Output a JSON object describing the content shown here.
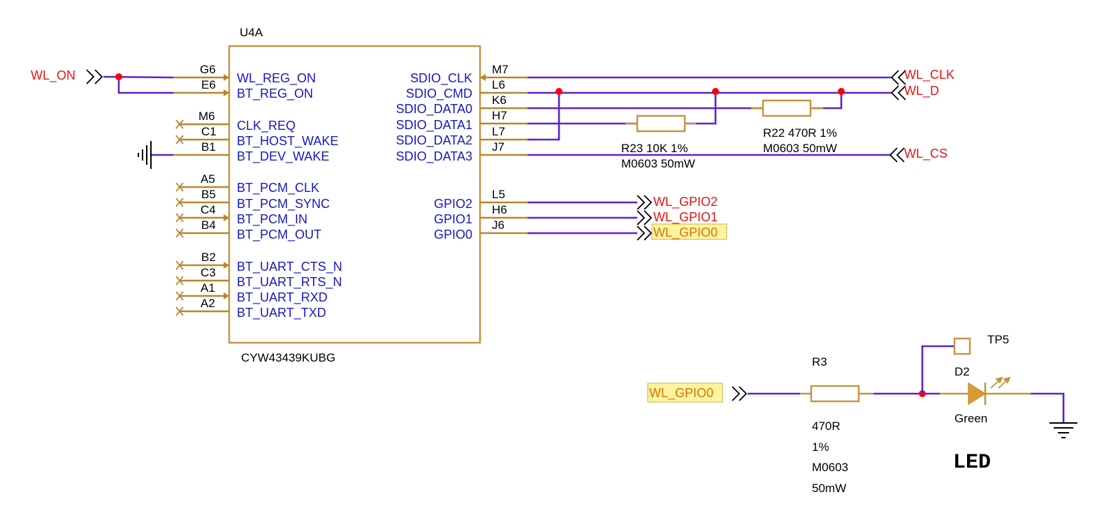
{
  "ic": {
    "designator": "U4A",
    "part": "CYW43439KUBG",
    "left_pins": [
      {
        "num": "G6",
        "name": "WL_REG_ON"
      },
      {
        "num": "E6",
        "name": "BT_REG_ON"
      },
      {
        "num": "M6",
        "name": "CLK_REQ"
      },
      {
        "num": "C1",
        "name": "BT_HOST_WAKE"
      },
      {
        "num": "B1",
        "name": "BT_DEV_WAKE"
      },
      {
        "num": "A5",
        "name": "BT_PCM_CLK"
      },
      {
        "num": "B5",
        "name": "BT_PCM_SYNC"
      },
      {
        "num": "C4",
        "name": "BT_PCM_IN"
      },
      {
        "num": "B4",
        "name": "BT_PCM_OUT"
      },
      {
        "num": "B2",
        "name": "BT_UART_CTS_N"
      },
      {
        "num": "C3",
        "name": "BT_UART_RTS_N"
      },
      {
        "num": "A1",
        "name": "BT_UART_RXD"
      },
      {
        "num": "A2",
        "name": "BT_UART_TXD"
      }
    ],
    "right_pins": [
      {
        "num": "M7",
        "name": "SDIO_CLK"
      },
      {
        "num": "L6",
        "name": "SDIO_CMD"
      },
      {
        "num": "K6",
        "name": "SDIO_DATA0"
      },
      {
        "num": "H7",
        "name": "SDIO_DATA1"
      },
      {
        "num": "L7",
        "name": "SDIO_DATA2"
      },
      {
        "num": "J7",
        "name": "SDIO_DATA3"
      },
      {
        "num": "L5",
        "name": "GPIO2"
      },
      {
        "num": "H6",
        "name": "GPIO1"
      },
      {
        "num": "J6",
        "name": "GPIO0"
      }
    ]
  },
  "nets": {
    "wl_on": "WL_ON",
    "wl_clk": "WL_CLK",
    "wl_d": "WL_D",
    "wl_cs": "WL_CS",
    "wl_gpio2": "WL_GPIO2",
    "wl_gpio1": "WL_GPIO1",
    "wl_gpio0": "WL_GPIO0",
    "wl_gpio0_led": "WL_GPIO0"
  },
  "resistors": {
    "r23": {
      "line1": "R23  10K  1%",
      "line2": "M0603 50mW"
    },
    "r22": {
      "line1": "R22  470R    1%",
      "line2": "M0603 50mW"
    },
    "r3": {
      "designator": "R3",
      "value": "470R",
      "tolerance": "1%",
      "package": "M0603",
      "power": "50mW"
    }
  },
  "led": {
    "designator": "D2",
    "color_label": "Green",
    "section_title": "LED"
  },
  "testpoint": {
    "designator": "TP5"
  },
  "colors": {
    "wire": "#5b21d6",
    "pin": "#b8862e",
    "pin_name": "#1616c8",
    "net_label": "#ee1111",
    "junction": "#ff0000",
    "highlight": "#fff3a0"
  }
}
